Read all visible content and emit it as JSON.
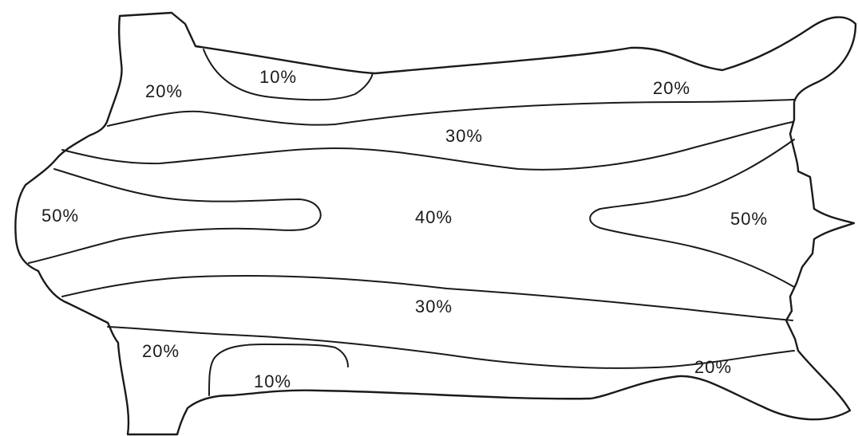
{
  "diagram": {
    "labels": {
      "top_left_20": "20%",
      "top_10": "10%",
      "top_right_20": "20%",
      "upper_30": "30%",
      "left_50": "50%",
      "center_40": "40%",
      "right_50": "50%",
      "lower_30": "30%",
      "bottom_left_20": "20%",
      "bottom_10": "10%",
      "bottom_right_20": "20%"
    }
  }
}
